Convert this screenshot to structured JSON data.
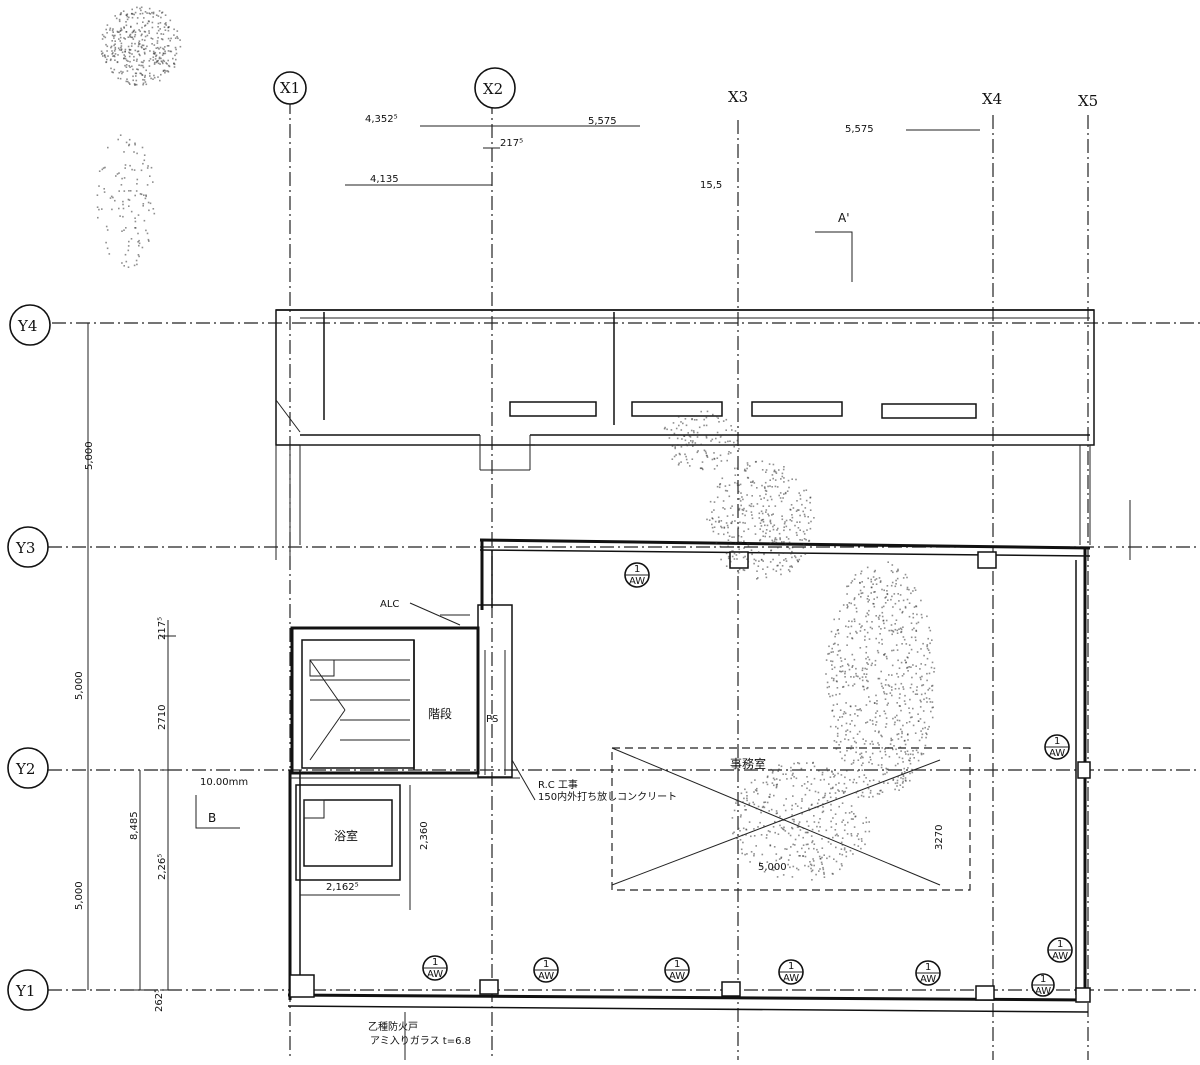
{
  "axes": {
    "x": [
      "X1",
      "X2",
      "X3",
      "X4",
      "X5"
    ],
    "y": [
      "Y4",
      "Y3",
      "Y2",
      "Y1"
    ]
  },
  "dimensions": {
    "top_row1_a": "4,352⁵",
    "top_row1_b": "5,575",
    "top_row1_c": "5,575",
    "top_row2_a": "4,135",
    "top_row2_b": "15,5",
    "small_217": "217⁵",
    "left_5000_top": "5,000",
    "left_5000_mid": "5,000",
    "left_5000_bot": "5,000",
    "left_2710": "2710",
    "left_2175": "217⁵",
    "left_8485": "8,485",
    "left_2265": "2,26⁵",
    "left_2625": "262⁵",
    "bath_2162": "2,162⁵",
    "bath_2360": "2,360",
    "opening_3270": "3270",
    "opening_5000": "5,000"
  },
  "labels": {
    "section_a": "A'",
    "section_b": "B",
    "alc": "ALC",
    "stair": "階段",
    "room_office": "事務室",
    "room_core": "浴室",
    "ps": "PS",
    "rc_note1": "R.C 工事",
    "rc_note2": "150内外打ち放しコンクリート",
    "bottom_note1": "乙種防火戸",
    "bottom_note2": "アミ入りガラス t=6.8",
    "aw": "AW",
    "aw_num": "1",
    "wall_label": "10.00mm"
  },
  "colors": {
    "ink": "#111111",
    "paper": "#ffffff"
  }
}
